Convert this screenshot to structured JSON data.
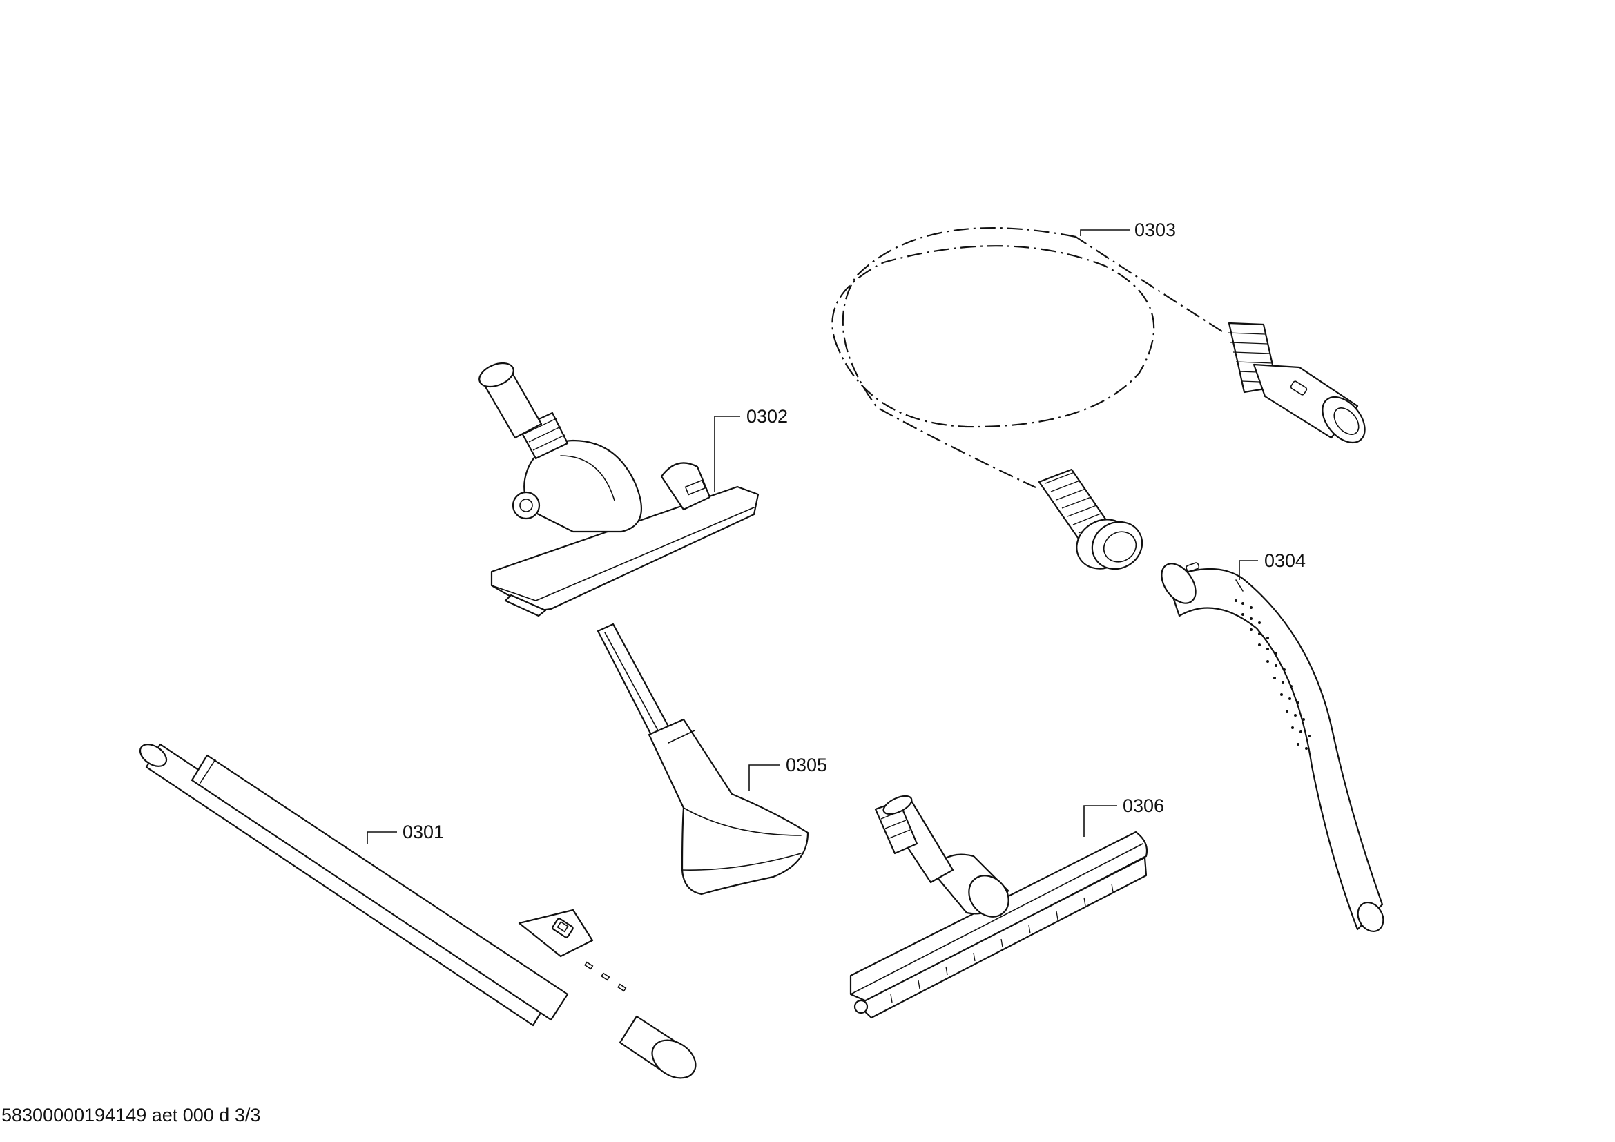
{
  "parts": [
    {
      "id": "0301",
      "label": "0301"
    },
    {
      "id": "0302",
      "label": "0302"
    },
    {
      "id": "0303",
      "label": "0303"
    },
    {
      "id": "0304",
      "label": "0304"
    },
    {
      "id": "0305",
      "label": "0305"
    },
    {
      "id": "0306",
      "label": "0306"
    }
  ],
  "footer": {
    "document_id": "58300000194149 aet 000 d 3/3"
  }
}
